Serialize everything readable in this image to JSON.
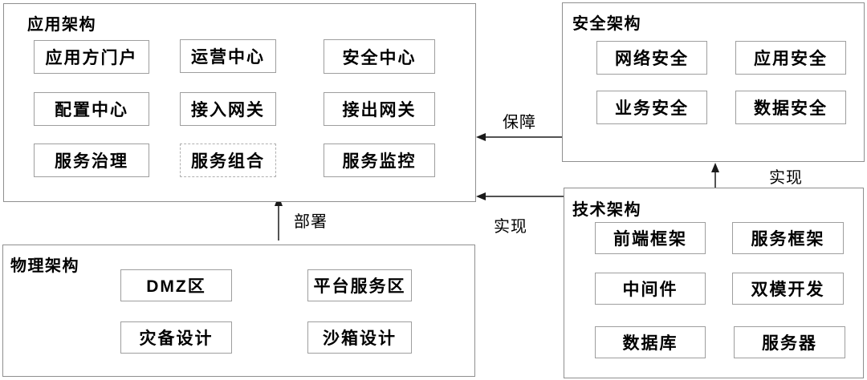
{
  "colors": {
    "background": "#ffffff",
    "group_border": "#8f8f8f",
    "node_border": "#9e9e9e",
    "dashed_node_border": "#b0b0b0",
    "arrow_line": "#1a1a1a",
    "text": "#000000"
  },
  "groups": {
    "application": {
      "title": "应用架构",
      "items": [
        "应用方门户",
        "运营中心",
        "安全中心",
        "配置中心",
        "接入网关",
        "接出网关",
        "服务治理",
        "服务组合",
        "服务监控"
      ]
    },
    "security": {
      "title": "安全架构",
      "items": [
        "网络安全",
        "应用安全",
        "业务安全",
        "数据安全"
      ]
    },
    "technology": {
      "title": "技术架构",
      "items": [
        "前端框架",
        "服务框架",
        "中间件",
        "双模开发",
        "数据库",
        "服务器"
      ]
    },
    "physical": {
      "title": "物理架构",
      "items": [
        "DMZ区",
        "平台服务区",
        "灾备设计",
        "沙箱设计"
      ]
    }
  },
  "arrows": {
    "guarantee": "保障",
    "realize_application": "实现",
    "realize_security": "实现",
    "deploy": "部署"
  }
}
